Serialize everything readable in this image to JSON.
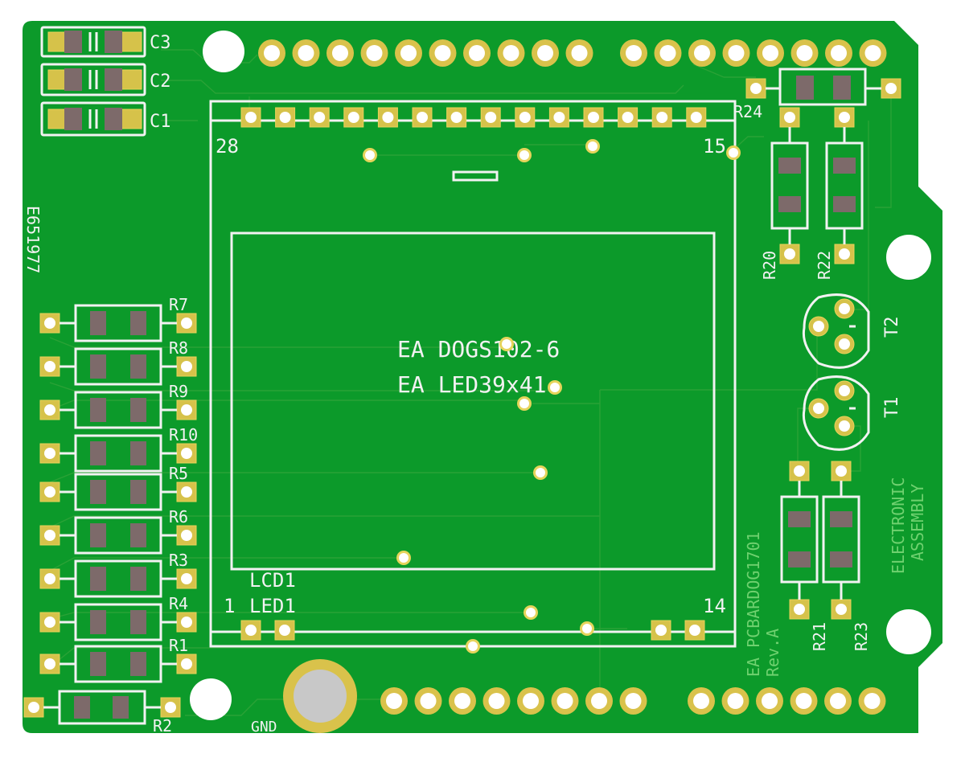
{
  "board": {
    "code": "E651977",
    "product": "EA PCBARDOG1701",
    "revision": "Rev.A",
    "brand_line1": "ELECTRONIC",
    "brand_line2": "ASSEMBLY",
    "gnd_label": "GND"
  },
  "display": {
    "model_line1": "EA DOGS102-6",
    "model_line2": "EA LED39x41",
    "designator_lcd": "LCD1",
    "designator_led": "LED1",
    "pin_top_left": "28",
    "pin_top_right": "15",
    "pin_bottom_left": "1",
    "pin_bottom_right": "14"
  },
  "capacitors": [
    "C3",
    "C2",
    "C1"
  ],
  "resistors_left": [
    "R7",
    "R8",
    "R9",
    "R10",
    "R5",
    "R6",
    "R3",
    "R4",
    "R1"
  ],
  "resistor_bottom": "R2",
  "resistors_right": {
    "r24": "R24",
    "r20": "R20",
    "r22": "R22",
    "r21": "R21",
    "r23": "R23"
  },
  "transistors": [
    "T2",
    "T1"
  ],
  "colors": {
    "board": "#0c9a2a",
    "silkscreen": "#f2f2f2",
    "pad": "#d6c24a",
    "smd_pad": "#7d6a6a",
    "trace": "#2aa236",
    "rev_text": "#6fd16f"
  }
}
